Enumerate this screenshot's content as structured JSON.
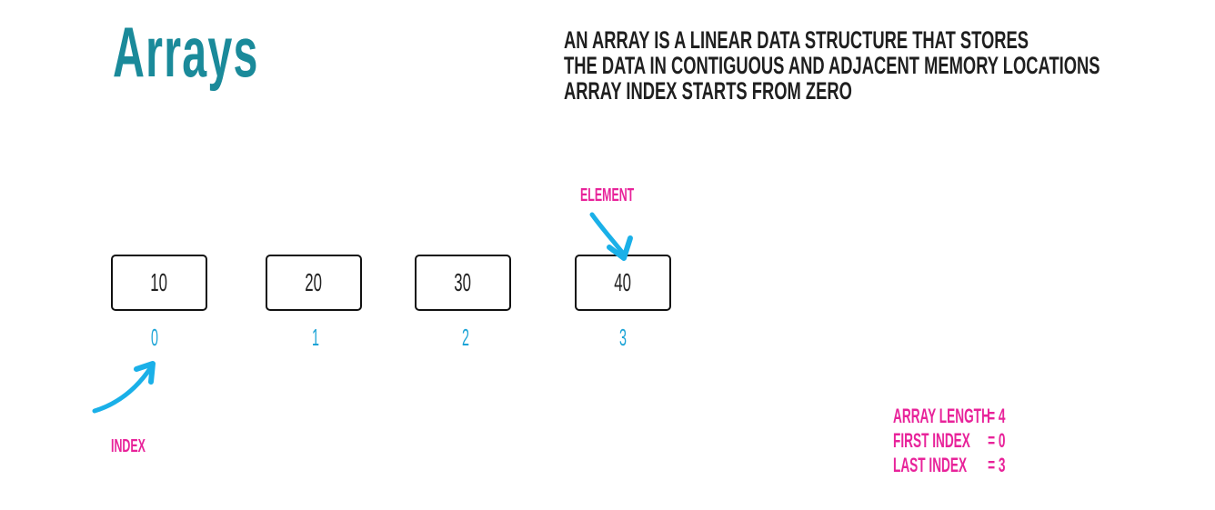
{
  "title": "Arrays",
  "description": [
    "An array is a linear data structure that stores",
    "the data in contiguous and adjacent memory locations",
    "Array index starts from zero"
  ],
  "array": {
    "elements": [
      "10",
      "20",
      "30",
      "40"
    ],
    "indices": [
      "0",
      "1",
      "2",
      "3"
    ]
  },
  "labels": {
    "element": "ELEMENT",
    "index": "INDEX"
  },
  "stats": [
    {
      "label": "ARRAY LENGTH",
      "value": "= 4"
    },
    {
      "label": "FIRST INDEX",
      "value": "= 0"
    },
    {
      "label": "LAST INDEX",
      "value": "= 3"
    }
  ],
  "colors": {
    "title": "#1a8a9a",
    "index": "#1aa3d6",
    "accent": "#e8239a",
    "arrow_blue": "#1ab0e8",
    "text": "#1f1f1f"
  }
}
